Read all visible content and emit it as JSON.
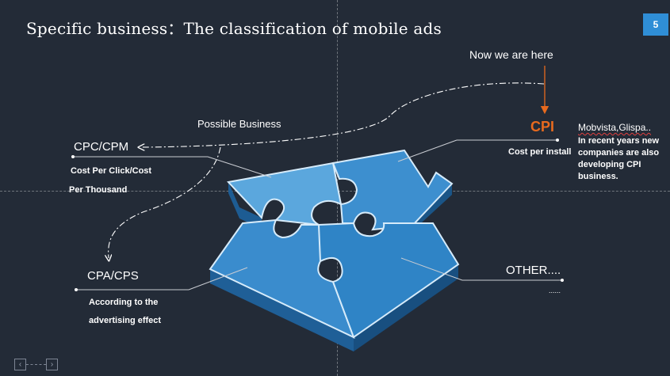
{
  "slide": {
    "title": "Specific business：The classification of mobile ads",
    "page_number": "5"
  },
  "labels": {
    "now_here": "Now we are here",
    "possible_business": "Possible Business",
    "cpc_cpm": "CPC/CPM",
    "cpc_desc_line1": "Cost Per Click/Cost",
    "cpc_desc_line2": "Per Thousand",
    "cpa_cps": "CPA/CPS",
    "cpa_desc_line1": "According to the",
    "cpa_desc_line2": "advertising effect",
    "cpi": "CPI",
    "cpi_desc": "Cost per install",
    "brands": "Mobvista,Glispa..",
    "cpi_note": "In recent years new companies are also developing CPI business.",
    "other": "OTHER....",
    "other_sub": "......"
  },
  "nav": {
    "prev_icon": "chevron-left-icon",
    "next_icon": "chevron-right-icon",
    "prev_glyph": "‹",
    "next_glyph": "›"
  },
  "colors": {
    "background": "#232b37",
    "accent": "#2f8ed6",
    "cpi_highlight": "#e86a1e",
    "puzzle_light": "#5ba7dd",
    "puzzle_mid": "#3d8fcf",
    "puzzle_side": "#1f5f97"
  }
}
